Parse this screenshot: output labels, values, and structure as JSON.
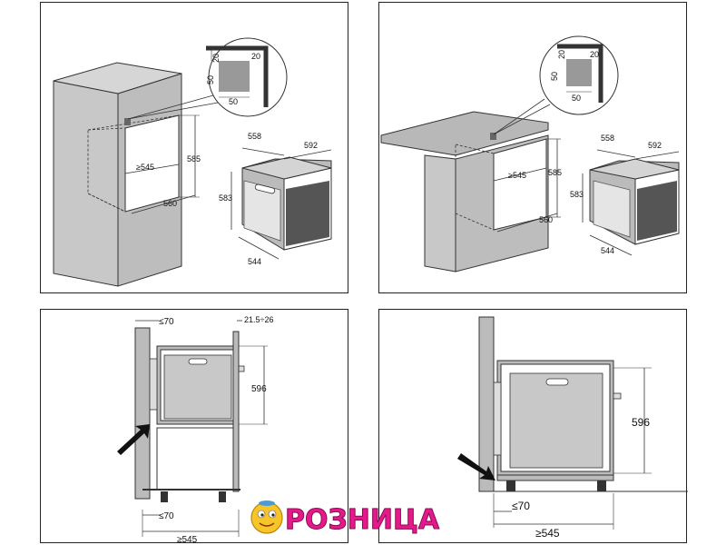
{
  "panel_tl": {
    "detail_top": "20",
    "detail_side": "20",
    "detail_height": "50",
    "detail_width": "50",
    "niche_height": "585",
    "niche_width": "≥545",
    "niche_depth": "560",
    "oven_width": "558",
    "oven_depth": "592",
    "oven_height": "583",
    "oven_front_width": "544"
  },
  "panel_tr": {
    "detail_top": "20",
    "detail_side": "20",
    "detail_height": "50",
    "detail_width": "50",
    "niche_height": "585",
    "niche_width": "≥545",
    "niche_depth": "560",
    "oven_width": "558",
    "oven_depth": "592",
    "oven_height": "583",
    "oven_front_width": "544"
  },
  "panel_bl": {
    "gap_top": "≤70",
    "door_gap": "21.5÷26",
    "oven_height": "596",
    "gap_bottom": "≤70",
    "min_width": "≥545"
  },
  "panel_br": {
    "oven_height": "596",
    "gap_bottom": "≤70",
    "min_width": "≥545"
  },
  "logo": {
    "text": "РОЗНИЦА"
  }
}
